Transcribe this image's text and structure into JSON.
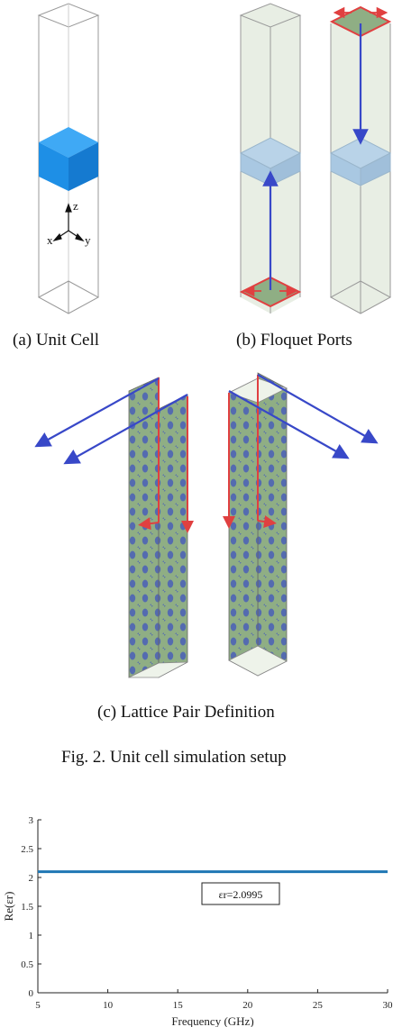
{
  "subfigures": {
    "a": {
      "caption": "(a)  Unit Cell",
      "axes": {
        "z": "z",
        "x": "x",
        "y": "y"
      }
    },
    "b": {
      "caption": "(b)  Floquet Ports"
    },
    "c": {
      "caption": "(c)  Lattice Pair Definition"
    }
  },
  "figure_caption": "Fig. 2.   Unit cell simulation setup",
  "colors": {
    "cube": "#1e8fe6",
    "port_arrow": "#3848c8",
    "floquet_red": "#e04040",
    "lattice_green": "#7fa27a",
    "plot_line": "#1f77b4"
  },
  "chart_data": {
    "type": "line",
    "xlabel": "Frequency (GHz)",
    "ylabel": "Re(εr)",
    "xlim": [
      5,
      30
    ],
    "ylim": [
      0,
      3
    ],
    "x_ticks": [
      "5",
      "10",
      "15",
      "20",
      "25",
      "30"
    ],
    "y_ticks": [
      "0",
      "0.5",
      "1",
      "1.5",
      "2",
      "2.5",
      "3"
    ],
    "series": [
      {
        "x": [
          5,
          10,
          15,
          20,
          25,
          30
        ],
        "y": [
          2.0995,
          2.0995,
          2.0995,
          2.0995,
          2.0995,
          2.0995
        ]
      }
    ],
    "annotation": "εr=2.0995"
  }
}
